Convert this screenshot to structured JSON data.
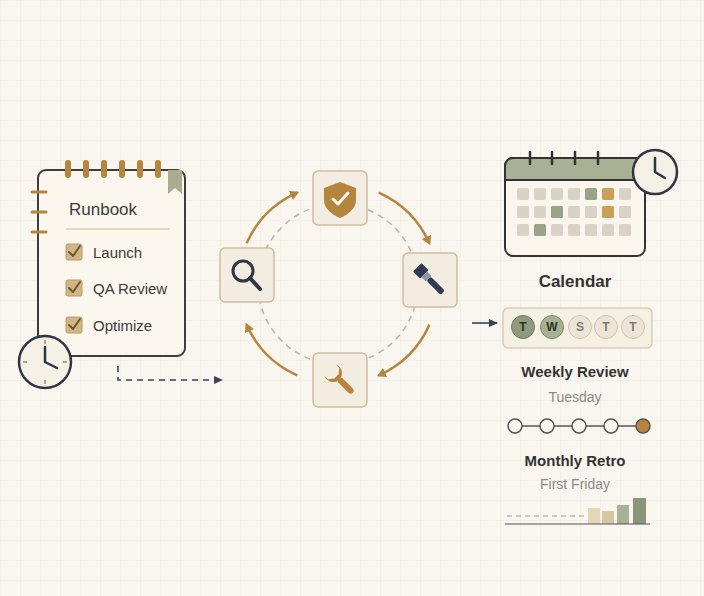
{
  "diagram": {
    "nodes": [
      {
        "text": [
          "Runbook",
          "Launch",
          "QA Review",
          "Optimize"
        ]
      },
      {
        "text": [
          "Calendar"
        ]
      },
      {
        "text": [
          "T"
        ]
      },
      {
        "text": [
          "W"
        ]
      },
      {
        "text": [
          "S"
        ]
      },
      {
        "text": [
          "T"
        ]
      },
      {
        "text": [
          "T"
        ]
      }
    ],
    "labels": [
      "Weekly Review",
      "Tuesday",
      "Monthly Retro",
      "First Friday"
    ]
  }
}
